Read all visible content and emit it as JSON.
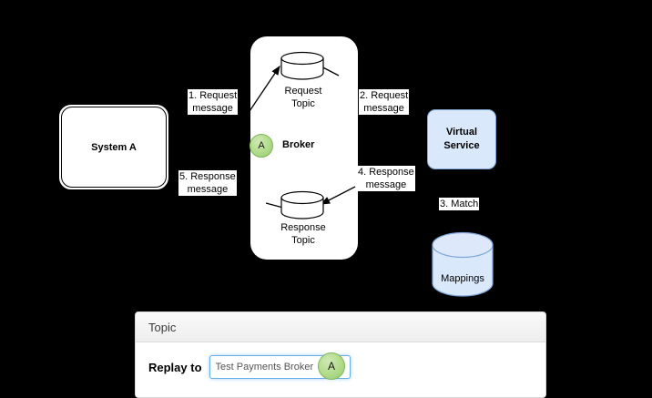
{
  "diagram": {
    "system_a": {
      "label": "System A"
    },
    "broker": {
      "title": "Broker",
      "badge": "A",
      "request_topic": "Request\nTopic",
      "request_topic_line1": "Request",
      "request_topic_line2": "Topic",
      "response_topic_line1": "Response",
      "response_topic_line2": "Topic"
    },
    "virtual_service": {
      "line1": "Virtual",
      "line2": "Service"
    },
    "mappings": {
      "label": "Mappings"
    },
    "edges": [
      {
        "id": "1",
        "line1": "1. Request",
        "line2": "message"
      },
      {
        "id": "2",
        "line1": "2. Request",
        "line2": "message"
      },
      {
        "id": "4",
        "line1": "4. Response",
        "line2": "message"
      },
      {
        "id": "5",
        "line1": "5. Response",
        "line2": "message"
      },
      {
        "id": "3",
        "line1": "3. Match",
        "line2": ""
      }
    ]
  },
  "form": {
    "panel_title": "Topic",
    "field_label": "Replay to",
    "select_value": "Test Payments Broker",
    "badge": "A",
    "caret_icon": "chevron-down-icon"
  },
  "colors": {
    "background": "#000000",
    "shape_white": "#ffffff",
    "light_blue_fill": "#d9e8fb",
    "blue_stroke": "#7ea6d9",
    "badge_green": "#a8d880",
    "focus_blue": "#66afe9",
    "panel_header": "#eeeeee"
  }
}
